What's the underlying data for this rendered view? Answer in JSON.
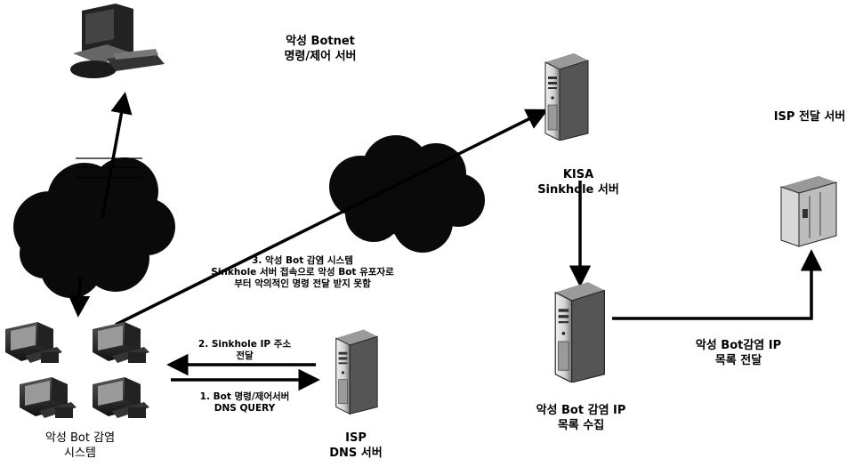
{
  "labels": {
    "botnet_cc": {
      "line1": "악성 Botnet",
      "line2": "명령/제어 서버"
    },
    "isp_relay": {
      "line1": "ISP 전달 서버"
    },
    "kisa": {
      "line1": "KISA",
      "line2": "Sinkhole 서버"
    },
    "step3": {
      "line1": "3. 악성 Bot 감염 시스템",
      "line2": "Sinkhole 서버 접속으로 악성 Bot 유포자로",
      "line3": "부터 악의적인 명령 전달 받지 못함"
    },
    "step2": {
      "line1": "2. Sinkhole IP 주소",
      "line2": "전달"
    },
    "step1": {
      "line1": "1. Bot 명령/제어서버",
      "line2": "DNS QUERY"
    },
    "infected": {
      "line1": "악성 Bot 감염",
      "line2": "시스템"
    },
    "isp_dns": {
      "line1": "ISP",
      "line2": "DNS 서버"
    },
    "collect": {
      "line1": "악성 Bot 감염 IP",
      "line2": "목록 수집"
    },
    "transfer": {
      "line1": "악성 Bot감염 IP",
      "line2": "목록 전달"
    }
  }
}
